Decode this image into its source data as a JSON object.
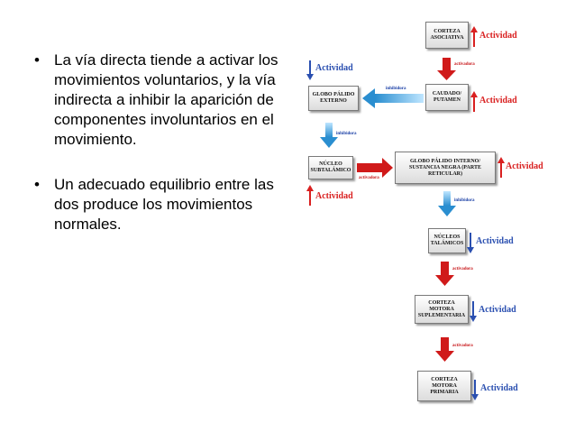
{
  "bullets": [
    {
      "marker": "•",
      "text": "La vía directa tiende a activar los movimientos voluntarios, y la vía indirecta a inhibir la aparición de componentes involuntarios en el movimiento."
    },
    {
      "marker": "•",
      "text": "Un adecuado equilibrio entre las dos produce los movimientos normales."
    }
  ],
  "diagram": {
    "boxes": {
      "corteza_asociativa": "CORTEZA ASOCIATIVA",
      "caudado_putamen": "CAUDADO/ PUTAMEN",
      "globo_palido_externo": "GLOBO PÁLIDO EXTERNO",
      "nucleo_subtalamico": "NÚCLEO SUBTALÁMICO",
      "globo_palido_interno": "GLOBO PÁLIDO INTERNO/ SUSTANCIA NEGRA (PARTE RETICULAR)",
      "nucleos_talamicos": "NÚCLEOS TALÁMICOS",
      "corteza_motora_suplementaria": "CORTEZA MOTORA SUPLEMENTARIA",
      "corteza_motora_primaria": "CORTEZA MOTORA PRIMARIA"
    },
    "activity_label": "Actividad",
    "excitatory_label": "activadora",
    "inhibitory_label": "inhibidora",
    "colors": {
      "excitatory": "#d92020",
      "inhibitory": "#3b9fd8",
      "activity_up": "#d92020",
      "activity_down": "#2a4fb0"
    }
  }
}
